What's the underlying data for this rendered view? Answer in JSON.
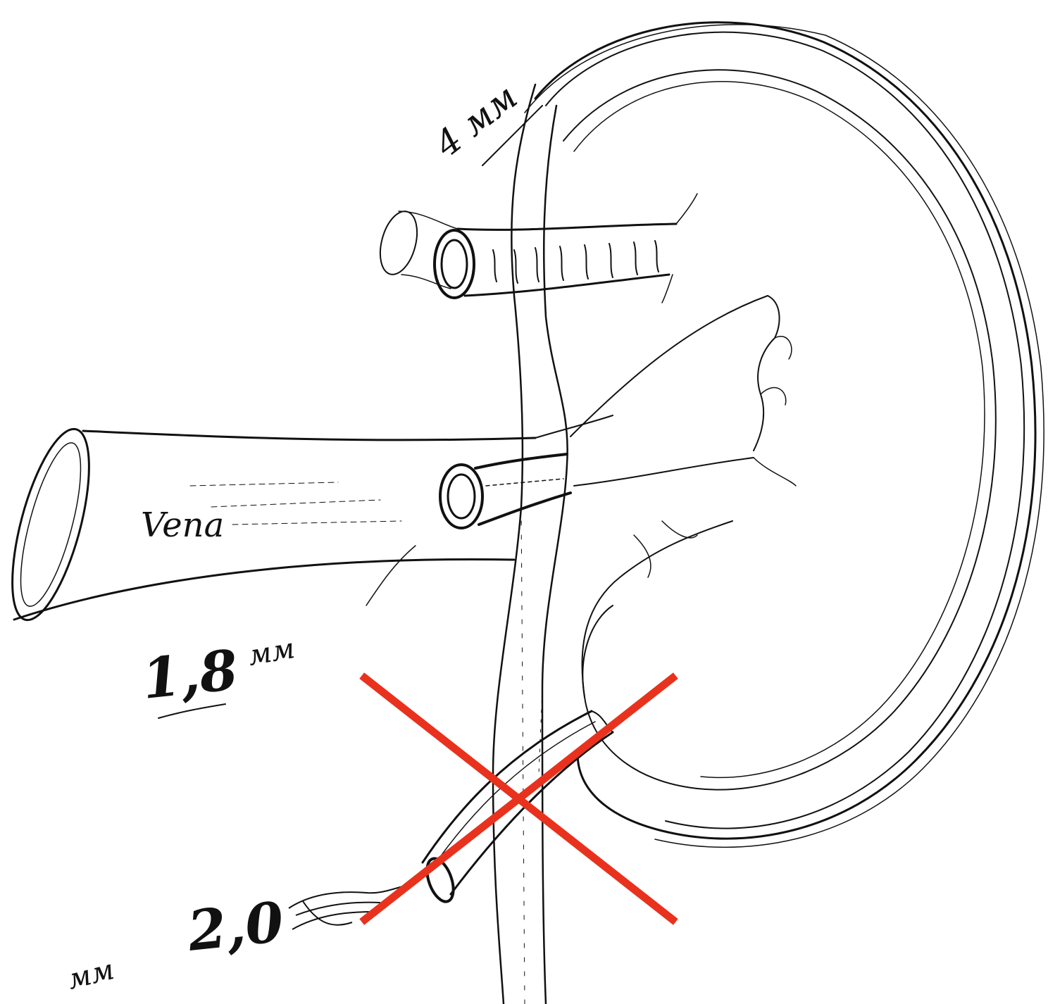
{
  "diagram": {
    "labels": {
      "artery_size": "4 мм",
      "vein": "Vena",
      "vein_size_number": "1,8",
      "vein_size_unit": "мм",
      "lower_size_number": "2,0",
      "lower_size_unit": "мм"
    },
    "overlay": {
      "type": "crossed-out",
      "color": "#e8321e"
    },
    "colors": {
      "ink": "#111111",
      "paper": "#ffffff"
    }
  }
}
